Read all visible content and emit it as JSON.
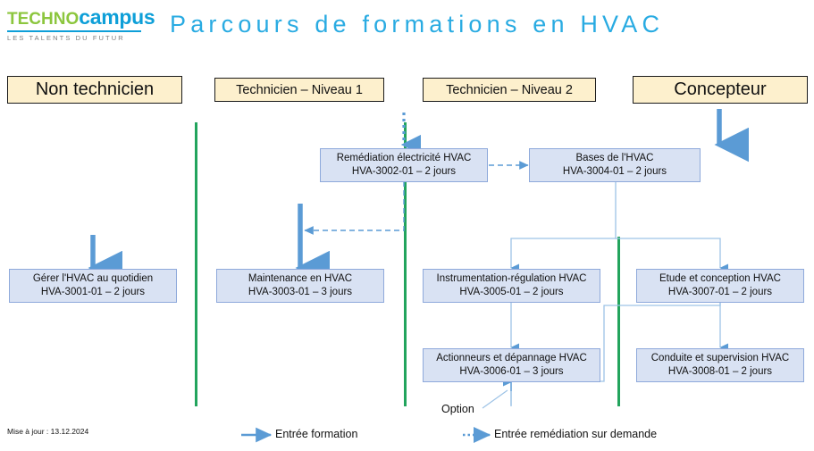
{
  "brand": {
    "name_part1": "TECHNO",
    "name_part2": "campus",
    "tagline": "LES TALENTS DU FUTUR",
    "green": "#8cc63e",
    "blue": "#0e9fd8"
  },
  "header": {
    "title": "Parcours de formations en HVAC",
    "title_color": "#29abe2"
  },
  "columns": [
    {
      "label": "Non technicien",
      "size": "big"
    },
    {
      "label": "Technicien – Niveau 1",
      "size": "small"
    },
    {
      "label": "Technicien – Niveau 2",
      "size": "small"
    },
    {
      "label": "Concepteur",
      "size": "big"
    }
  ],
  "courses": [
    {
      "id": "HVA-3002-01",
      "title": "Remédiation électricité HVAC",
      "code_line": "HVA-3002-01 – 2 jours",
      "duration": "2 jours"
    },
    {
      "id": "HVA-3004-01",
      "title": "Bases de l'HVAC",
      "code_line": "HVA-3004-01 – 2 jours",
      "duration": "2 jours"
    },
    {
      "id": "HVA-3001-01",
      "title": "Gérer l'HVAC au quotidien",
      "code_line": "HVA-3001-01 – 2 jours",
      "duration": "2 jours"
    },
    {
      "id": "HVA-3003-01",
      "title": "Maintenance en HVAC",
      "code_line": "HVA-3003-01 – 3 jours",
      "duration": "3 jours"
    },
    {
      "id": "HVA-3005-01",
      "title": "Instrumentation-régulation HVAC",
      "code_line": "HVA-3005-01 – 2 jours",
      "duration": "2 jours"
    },
    {
      "id": "HVA-3007-01",
      "title": "Etude et conception HVAC",
      "code_line": "HVA-3007-01 – 2 jours",
      "duration": "2 jours"
    },
    {
      "id": "HVA-3006-01",
      "title": "Actionneurs et dépannage HVAC",
      "code_line": "HVA-3006-01 – 3 jours",
      "duration": "3 jours"
    },
    {
      "id": "HVA-3008-01",
      "title": "Conduite et supervision HVAC",
      "code_line": "HVA-3008-01 – 2 jours",
      "duration": "2 jours"
    }
  ],
  "annotations": {
    "option": "Option"
  },
  "legend": [
    {
      "key": "solid",
      "label": "Entrée formation"
    },
    {
      "key": "dotted",
      "label": "Entrée remédiation sur demande"
    }
  ],
  "footer": {
    "updated": "Mise à jour : 13.12.2024"
  },
  "colors": {
    "box_fill": "#d9e2f3",
    "box_border": "#8ea9db",
    "header_fill": "#fdf0cd",
    "header_border": "#1a1a1a",
    "arrow_blue": "#5b9bd5",
    "thin_line": "#9dc3e6",
    "separator_green": "#22a45d"
  }
}
